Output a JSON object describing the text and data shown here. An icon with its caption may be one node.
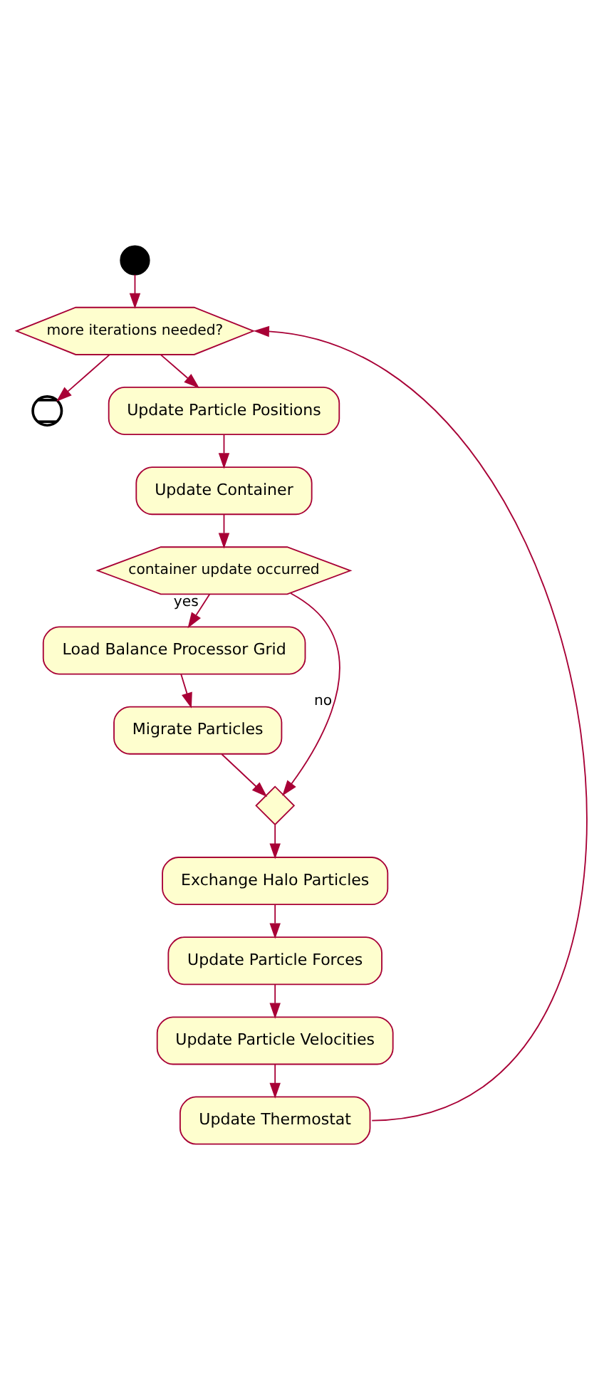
{
  "diagram": {
    "nodes": [
      {
        "text": [],
        "shape": "circle"
      },
      {
        "text": [
          "more iterations needed?"
        ]
      },
      {
        "text": [],
        "shape": "circle"
      },
      {
        "text": [
          "Update Particle Positions"
        ]
      },
      {
        "text": [
          "Update Container"
        ]
      },
      {
        "text": [
          "container update occurred"
        ]
      },
      {
        "text": [
          "Load Balance Processor Grid"
        ]
      },
      {
        "text": [
          "Migrate Particles"
        ]
      },
      {
        "text": [],
        "shape": "diamond"
      },
      {
        "text": [
          "Exchange Halo Particles"
        ]
      },
      {
        "text": [
          "Update Particle Forces"
        ]
      },
      {
        "text": [
          "Update Particle Velocities"
        ]
      },
      {
        "text": [
          "Update Thermostat"
        ]
      }
    ],
    "edges": [
      {
        "from": 0,
        "to": 1,
        "arrow": "to"
      },
      {
        "from": 1,
        "to": 2,
        "arrow": "to"
      },
      {
        "from": 1,
        "to": 3,
        "arrow": "to"
      },
      {
        "from": 3,
        "to": 4,
        "arrow": "to"
      },
      {
        "from": 4,
        "to": 5,
        "arrow": "to"
      },
      {
        "from": 5,
        "to": 6,
        "arrow": "to",
        "label": "yes"
      },
      {
        "from": 6,
        "to": 7,
        "arrow": "to"
      },
      {
        "from": 7,
        "to": 8,
        "arrow": "to"
      },
      {
        "from": 5,
        "to": 8,
        "arrow": "to",
        "label": "no"
      },
      {
        "from": 8,
        "to": 9,
        "arrow": "to"
      },
      {
        "from": 9,
        "to": 10,
        "arrow": "to"
      },
      {
        "from": 10,
        "to": 11,
        "arrow": "to"
      },
      {
        "from": 11,
        "to": 12,
        "arrow": "to"
      },
      {
        "from": 12,
        "to": 1,
        "arrow": "to"
      }
    ]
  }
}
